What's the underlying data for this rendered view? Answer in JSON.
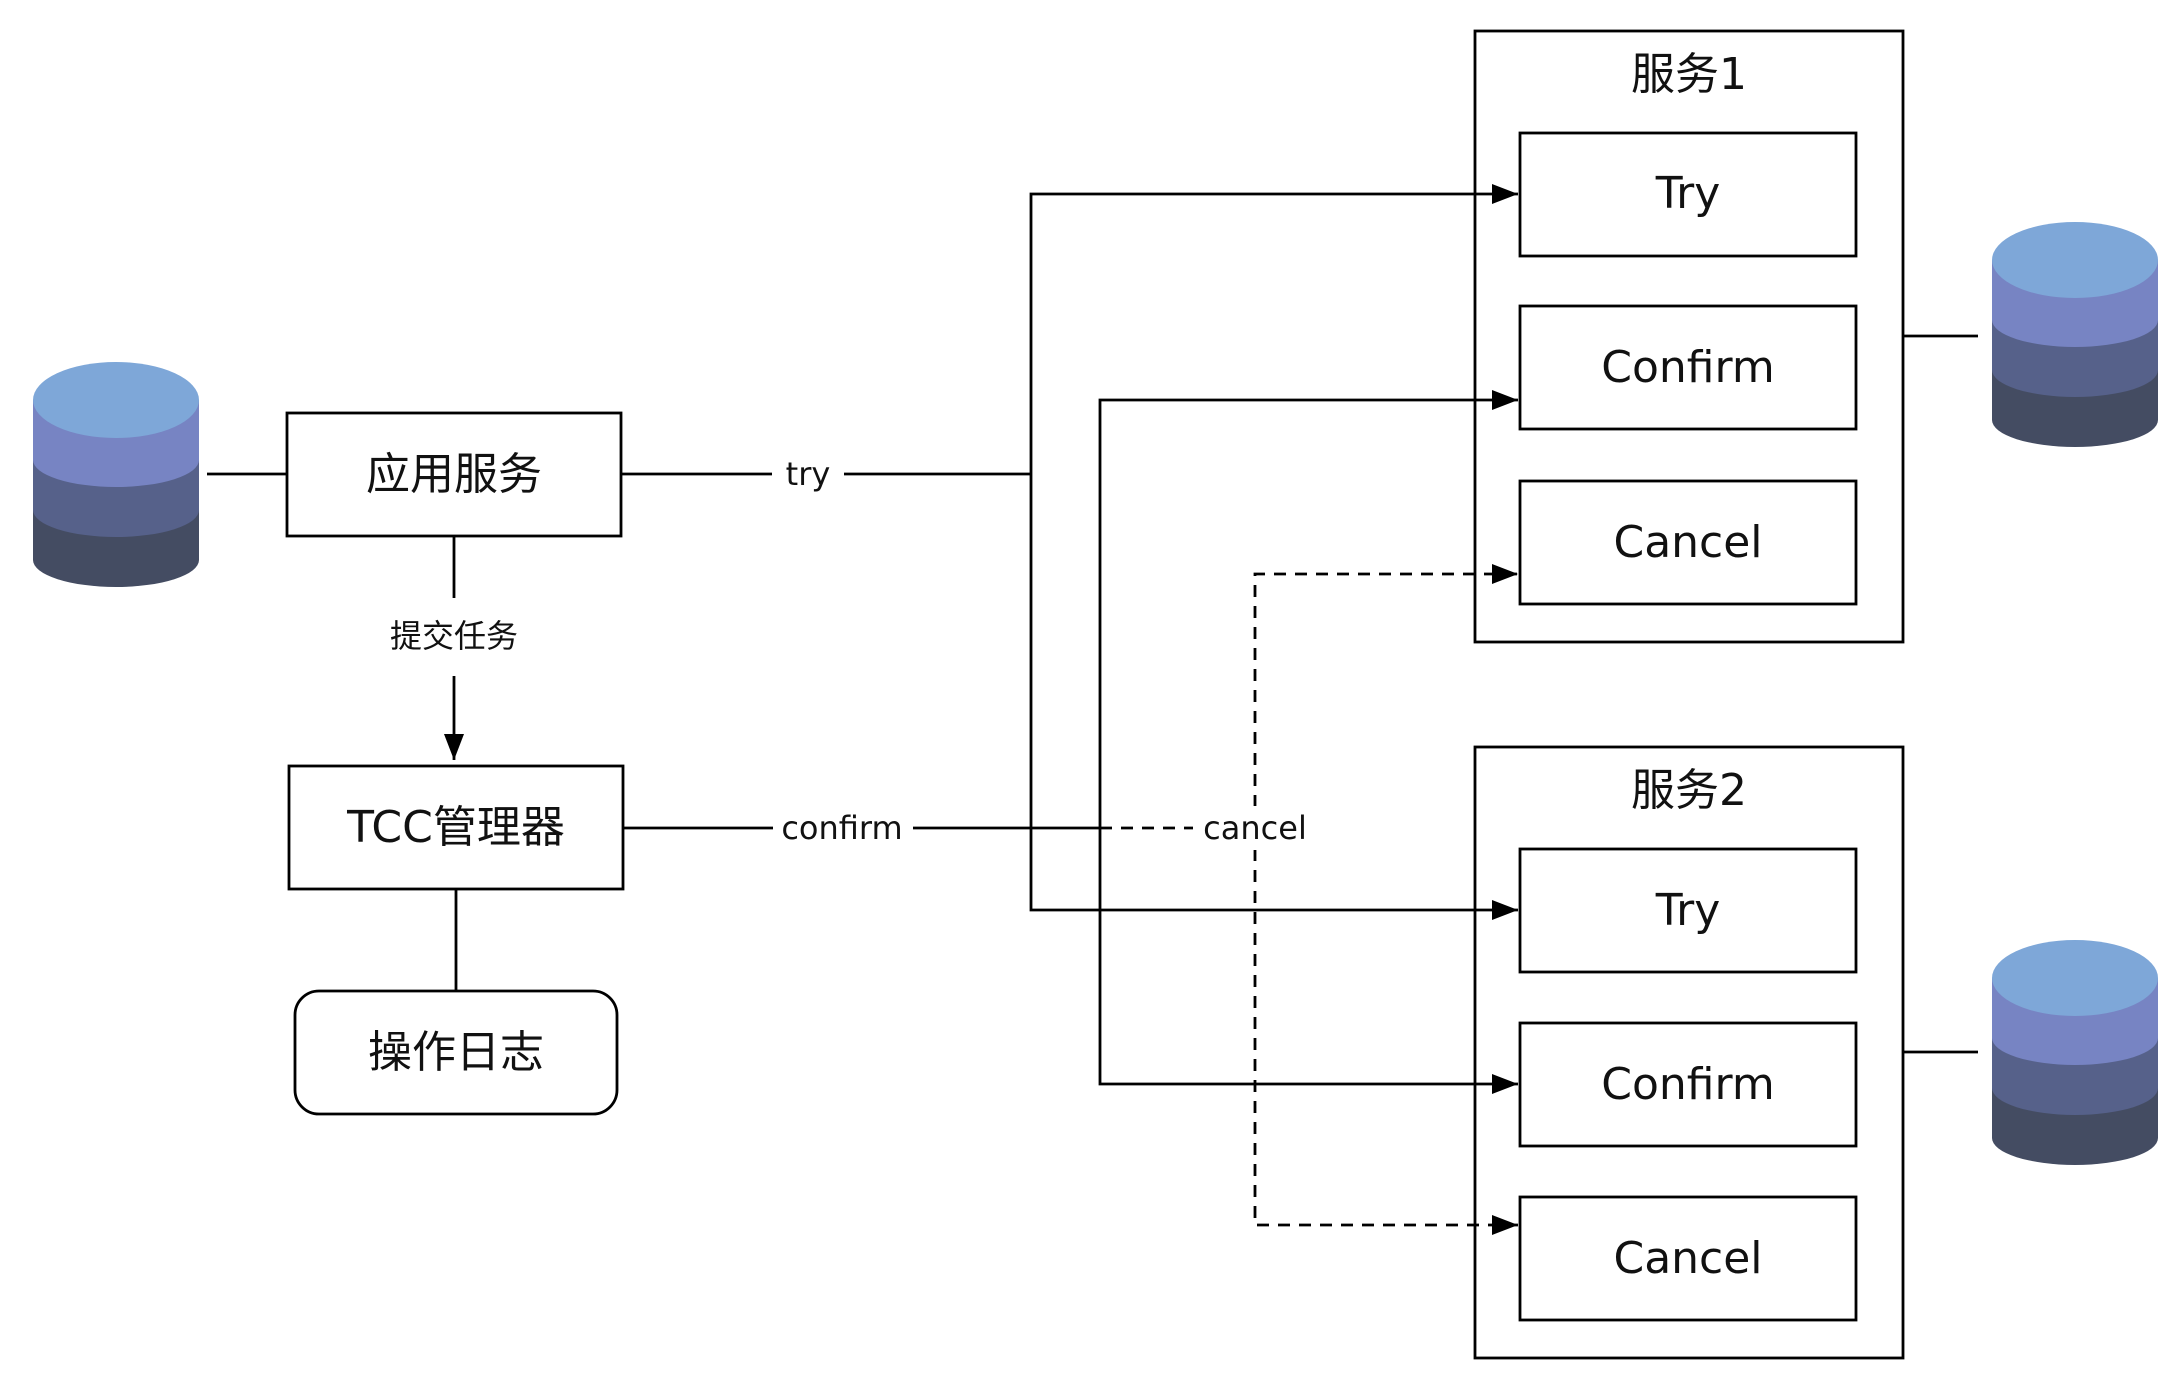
{
  "nodes": {
    "app_service": "应用服务",
    "tcc_manager": "TCC管理器",
    "operation_log": "操作日志",
    "service1": {
      "title": "服务1",
      "try": "Try",
      "confirm": "Confirm",
      "cancel": "Cancel"
    },
    "service2": {
      "title": "服务2",
      "try": "Try",
      "confirm": "Confirm",
      "cancel": "Cancel"
    }
  },
  "edges": {
    "try": "try",
    "submit_task": "提交任务",
    "confirm": "confirm",
    "cancel": "cancel"
  },
  "colors": {
    "db_top": "#7ea7d8",
    "db_band2": "#7784c3",
    "db_band3": "#56618a",
    "db_band4": "#444c62"
  }
}
